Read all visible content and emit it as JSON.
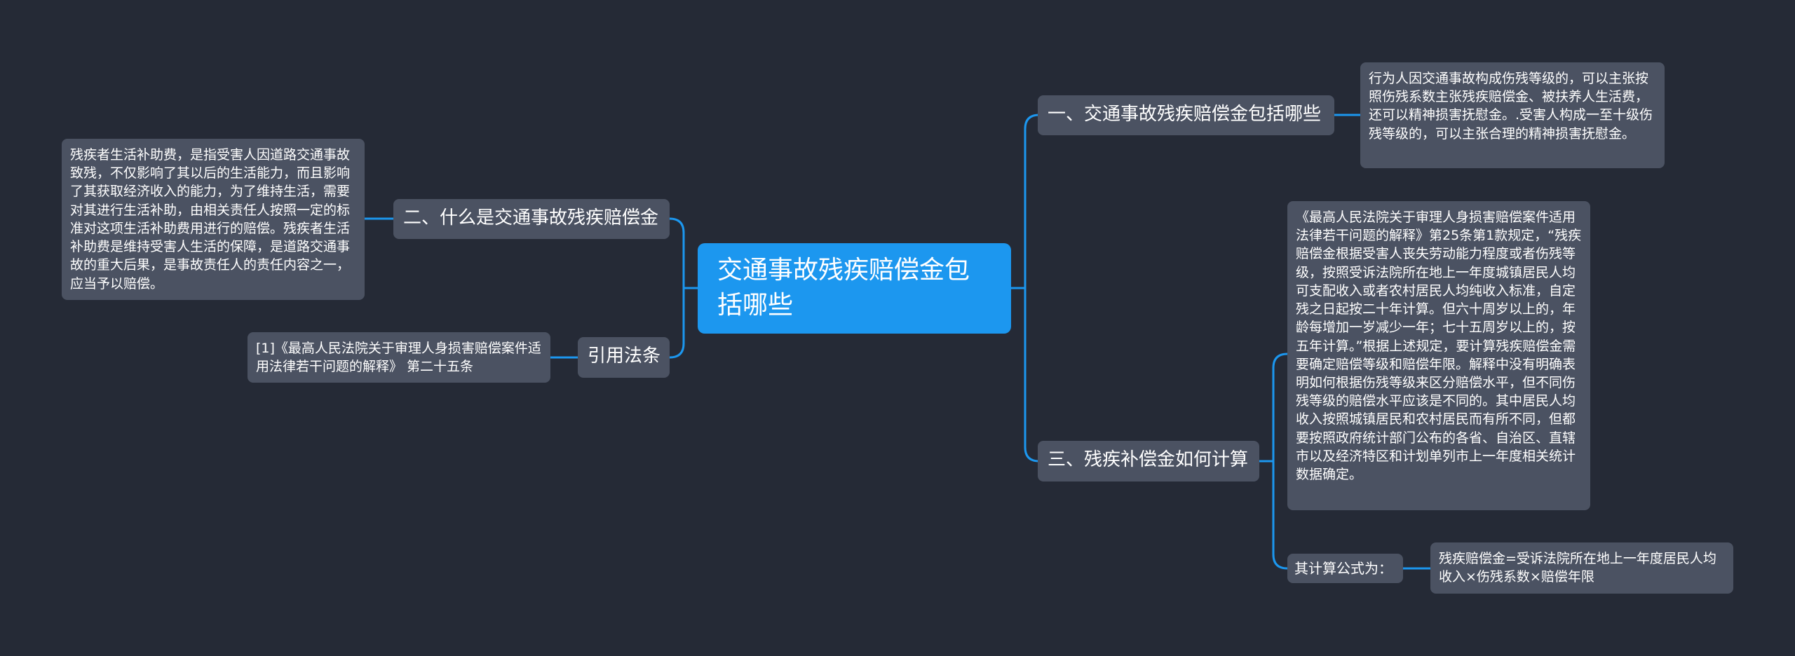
{
  "colors": {
    "background": "#252a36",
    "root": "#1c97ef",
    "node": "#4b5262",
    "link": "#1c97ef",
    "text": "#ffffff"
  },
  "root": {
    "title": "交通事故残疾赔偿金包括哪些"
  },
  "right": {
    "b1": {
      "title": "一、交通事故残疾赔偿金包括哪些",
      "detail": "行为人因交通事故构成伤残等级的，可以主张按照伤残系数主张残疾赔偿金、被扶养人生活费，还可以精神损害抚慰金。.受害人构成一至十级伤残等级的，可以主张合理的精神损害抚慰金。"
    },
    "b3": {
      "title": "三、残疾补偿金如何计算",
      "detail": "《最高人民法院关于审理人身损害赔偿案件适用法律若干问题的解释》第25条第1款规定，“残疾赔偿金根据受害人丧失劳动能力程度或者伤残等级，按照受诉法院所在地上一年度城镇居民人均可支配收入或者农村居民人均纯收入标准，自定残之日起按二十年计算。但六十周岁以上的，年龄每增加一岁减少一年；七十五周岁以上的，按五年计算。”根据上述规定，要计算残疾赔偿金需要确定赔偿等级和赔偿年限。解释中没有明确表明如何根据伤残等级来区分赔偿水平，但不同伤残等级的赔偿水平应该是不同的。其中居民人均收入按照城镇居民和农村居民而有所不同，但都要按照政府统计部门公布的各省、自治区、直辖市以及经济特区和计划单列市上一年度相关统计数据确定。",
      "formula_label": "其计算公式为：",
      "formula": "残疾赔偿金=受诉法院所在地上一年度居民人均收入×伤残系数×赔偿年限"
    }
  },
  "left": {
    "b2": {
      "title": "二、什么是交通事故残疾赔偿金",
      "detail": "残疾者生活补助费，是指受害人因道路交通事故致残，不仅影响了其以后的生活能力，而且影响了其获取经济收入的能力，为了维持生活，需要对其进行生活补助，由相关责任人按照一定的标准对这项生活补助费用进行的赔偿。残疾者生活补助费是维持受害人生活的保障，是道路交通事故的重大后果，是事故责任人的责任内容之一，应当予以赔偿。"
    },
    "law": {
      "title": "引用法条",
      "detail": "[1]《最高人民法院关于审理人身损害赔偿案件适用法律若干问题的解释》 第二十五条"
    }
  }
}
